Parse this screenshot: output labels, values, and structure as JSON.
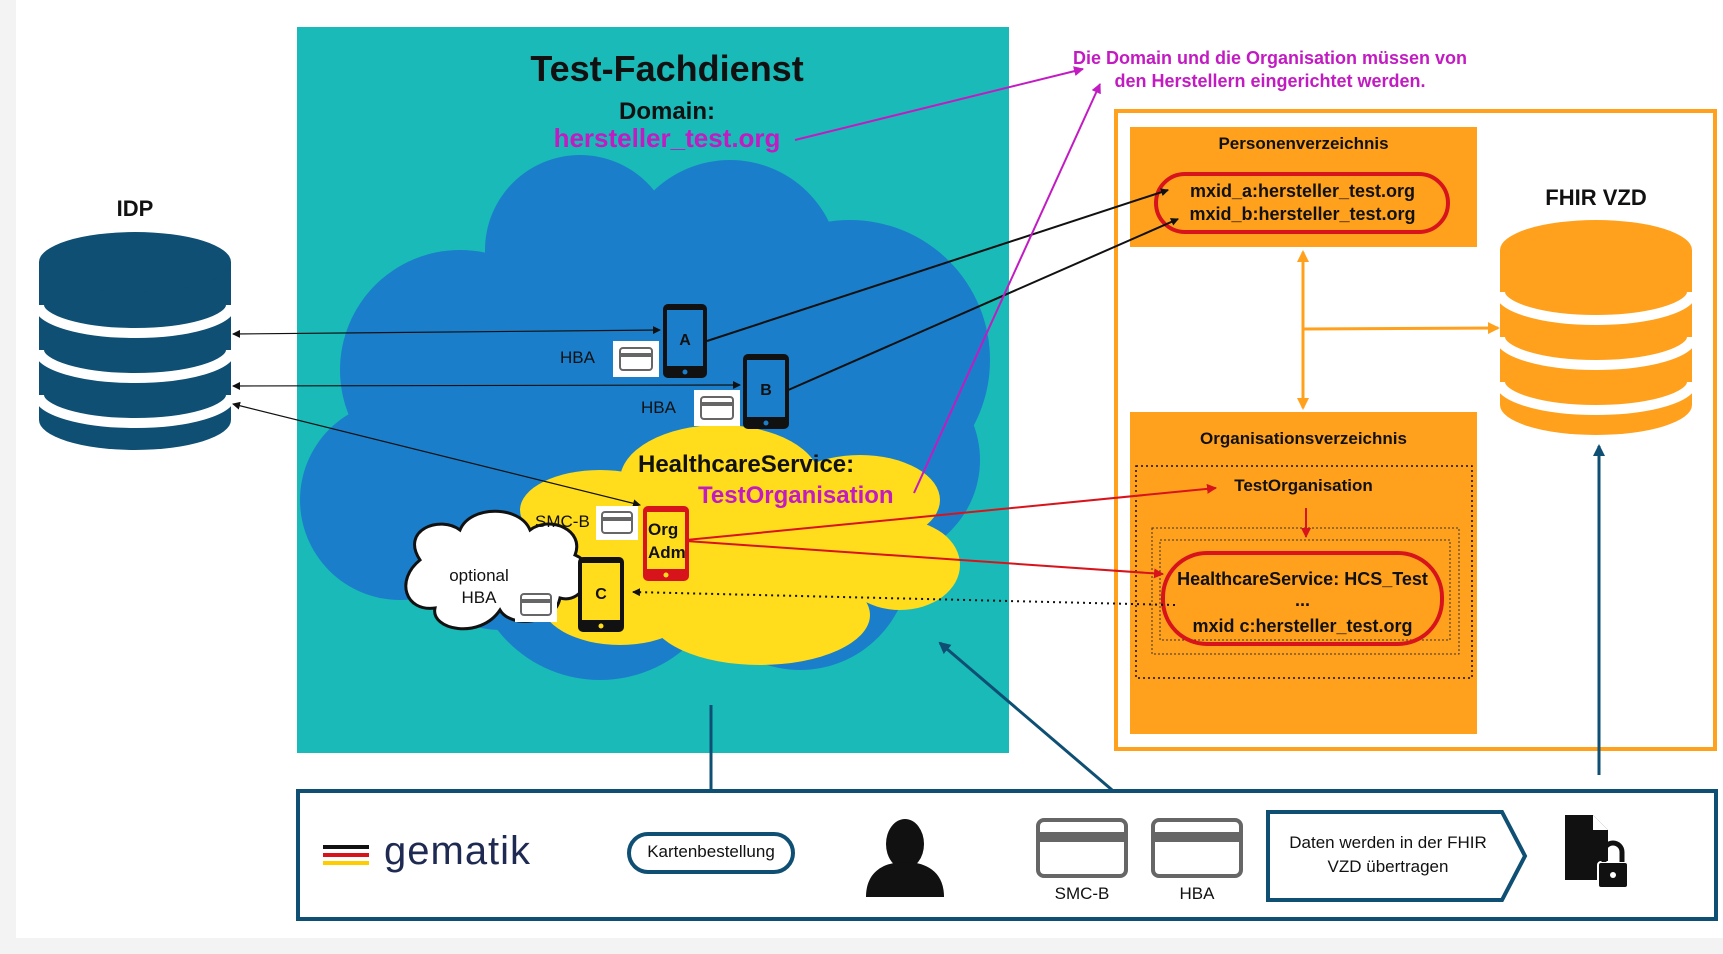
{
  "fachdienst": {
    "title": "Test-Fachdienst",
    "domain_label": "Domain:",
    "domain_value": "hersteller_test.org"
  },
  "note": {
    "line1": "Die Domain und die Organisation müssen von",
    "line2": "den Herstellern eingerichtet werden."
  },
  "idp": {
    "label": "IDP"
  },
  "fhir_vzd": {
    "label": "FHIR VZD"
  },
  "personenverzeichnis": {
    "title": "Personenverzeichnis",
    "entries": [
      "mxid_a:hersteller_test.org",
      "mxid_b:hersteller_test.org"
    ]
  },
  "organisationsverzeichnis": {
    "title": "Organisationsverzeichnis",
    "org": "TestOrganisation",
    "hcs_line1": "HealthcareService: HCS_Test",
    "hcs_line2": "...",
    "hcs_line3": "mxid c:hersteller_test.org"
  },
  "devices": {
    "a": {
      "label": "A",
      "card": "HBA"
    },
    "b": {
      "label": "B",
      "card": "HBA"
    },
    "org_adm": {
      "label1": "Org",
      "label2": "Adm",
      "card": "SMC-B"
    },
    "c": {
      "label": "C",
      "card_line1": "optional",
      "card_line2": "HBA"
    }
  },
  "healthcare_service": {
    "label": "HealthcareService:",
    "value": "TestOrganisation"
  },
  "bottom_bar": {
    "logo": "gematik",
    "kartenbestellung": "Kartenbestellung",
    "smcb_label": "SMC-B",
    "hba_label": "HBA",
    "transfer_line1": "Daten werden in der FHIR",
    "transfer_line2": "VZD übertragen"
  },
  "colors": {
    "teal": "#1ABAB8",
    "cloud_blue": "#1a7ecb",
    "yellow": "#ffdc1c",
    "orange": "#ffa11d",
    "navy": "#0e4f73",
    "red": "#d7141c",
    "magenta": "#c21bc2"
  }
}
